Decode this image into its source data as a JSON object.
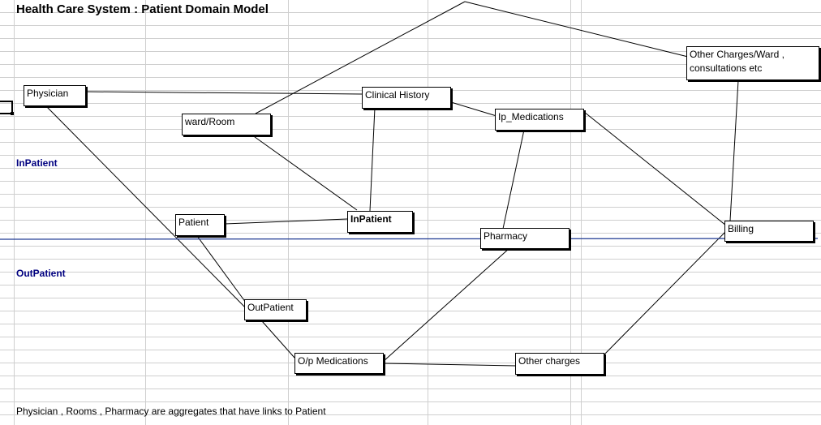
{
  "title": "Health Care System : Patient Domain Model",
  "sections": {
    "inpatient": "InPatient",
    "outpatient": "OutPatient"
  },
  "nodes": {
    "physician": "Physician",
    "clinical_history": "Clinical History",
    "ward_room": "ward/Room",
    "ip_medications": "Ip_Medications",
    "other_charges_ward": "Other Charges/Ward , consultations etc",
    "patient": "Patient",
    "inpatient": "InPatient",
    "pharmacy": "Pharmacy",
    "billing": "Billing",
    "outpatient": "OutPatient",
    "op_medications": "O/p Medications",
    "other_charges": "Other charges"
  },
  "footer_note": "Physician , Rooms , Pharmacy are aggregates that have links to Patient",
  "colors": {
    "divider_line": "#1f3a93",
    "section_label": "#000080",
    "gridline": "#cfcfcf"
  }
}
